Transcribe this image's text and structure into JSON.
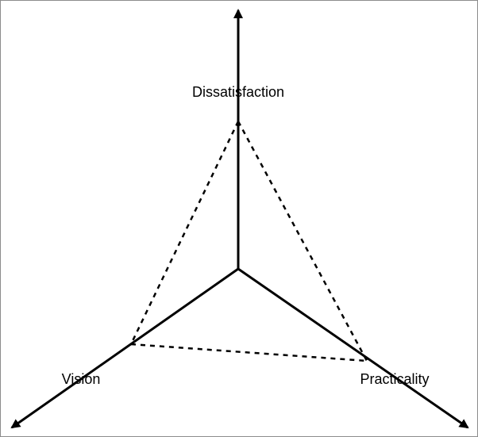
{
  "diagram": {
    "axes": [
      {
        "id": "dissatisfaction",
        "label": "Dissatisfaction"
      },
      {
        "id": "vision",
        "label": "Vision"
      },
      {
        "id": "practicality",
        "label": "Practicality"
      }
    ],
    "colors": {
      "stroke": "#000000",
      "background": "#ffffff",
      "border": "#8c8c8c"
    }
  }
}
